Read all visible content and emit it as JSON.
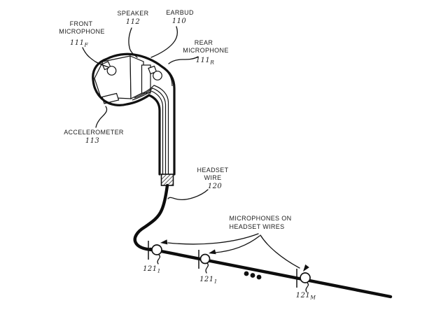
{
  "figure": {
    "type": "patent-style line diagram",
    "subject": "earbud headset with microphones on headset wires"
  },
  "colors": {
    "ink": "#111111",
    "paper": "#ffffff"
  },
  "labels": {
    "front_microphone": {
      "line1": "FRONT",
      "line2": "MICROPHONE",
      "ref": "111",
      "sub": "F"
    },
    "speaker": {
      "line1": "SPEAKER",
      "ref": "112"
    },
    "earbud": {
      "line1": "EARBUD",
      "ref": "110"
    },
    "rear_microphone": {
      "line1": "REAR",
      "line2": "MICROPHONE",
      "ref": "111",
      "sub": "R"
    },
    "accelerometer": {
      "line1": "ACCELEROMETER",
      "ref": "113"
    },
    "headset_wire": {
      "line1": "HEADSET",
      "line2": "WIRE",
      "ref": "120"
    },
    "wire_microphones": {
      "line1": "MICROPHONES ON",
      "line2": "HEADSET WIRES"
    },
    "mic1": {
      "ref": "121",
      "sub": "1"
    },
    "mic2": {
      "ref": "121",
      "sub": "1"
    },
    "micM": {
      "ref": "121",
      "sub": "M"
    }
  }
}
